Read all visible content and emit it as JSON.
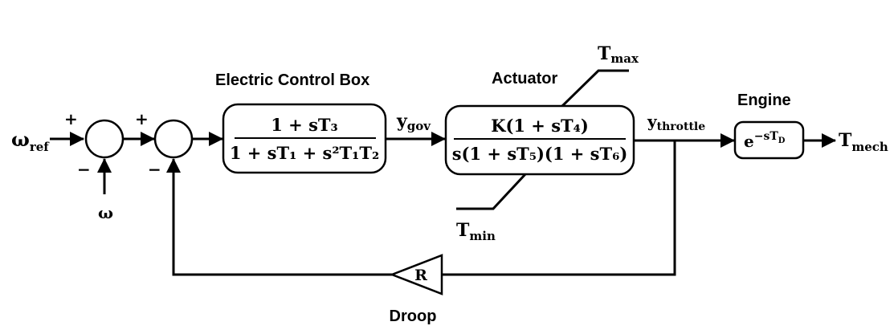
{
  "inputs": {
    "omega_ref": {
      "main": "ω",
      "sub": "ref"
    },
    "omega": "ω"
  },
  "signs": {
    "sum1_plus": "+",
    "sum1_minus": "−",
    "sum2_plus": "+",
    "sum2_minus": "−"
  },
  "blocks": {
    "ecb": {
      "title": "Electric Control Box",
      "num": "1 + sT₃",
      "den": "1 + sT₁ + s²T₁T₂"
    },
    "actuator": {
      "title": "Actuator",
      "num": "K(1 + sT₄)",
      "den": "s(1 + sT₅)(1 + sT₆)"
    },
    "engine": {
      "title": "Engine",
      "tf": "e",
      "tf_exp": "−sT",
      "tf_exp_sub": "D"
    },
    "droop": {
      "gain": "R",
      "title": "Droop"
    }
  },
  "signals": {
    "y_gov": {
      "main": "y",
      "sub": "gov"
    },
    "y_throttle": {
      "main": "y",
      "sub": "throttle"
    },
    "t_mech": {
      "main": "T",
      "sub": "mech"
    }
  },
  "limits": {
    "t_max": {
      "main": "T",
      "sub": "max"
    },
    "t_min": {
      "main": "T",
      "sub": "min"
    }
  }
}
